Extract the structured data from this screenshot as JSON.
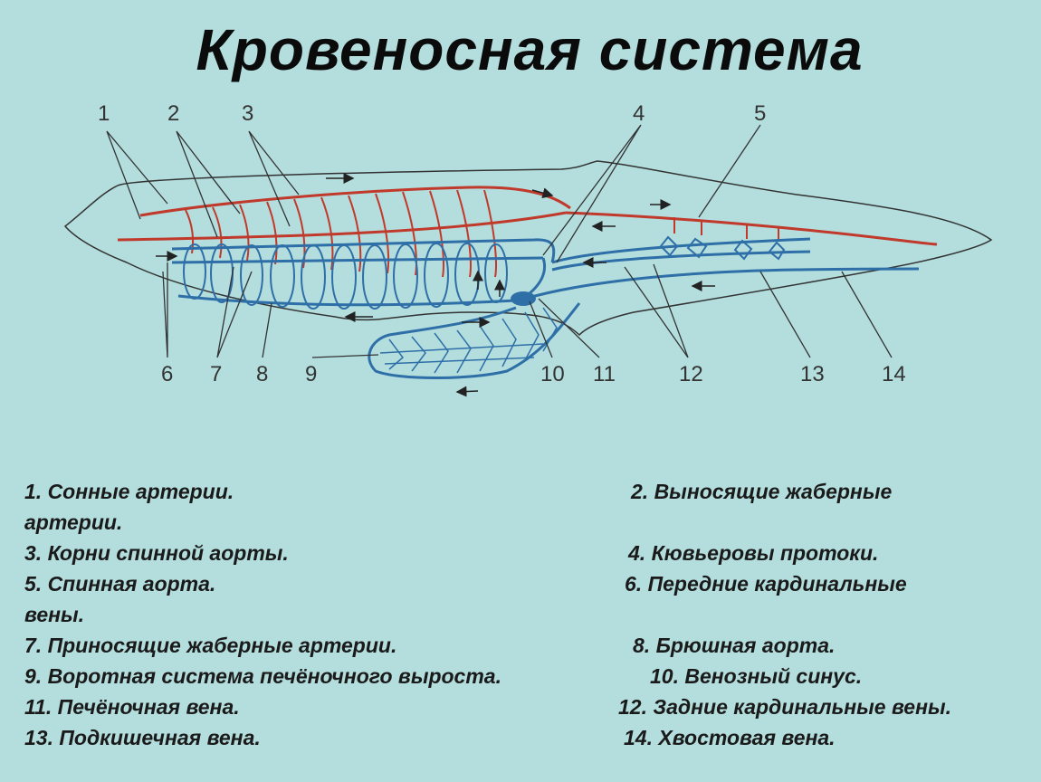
{
  "title": "Кровеносная система",
  "diagram_numbers": [
    "1",
    "2",
    "3",
    "4",
    "5",
    "6",
    "7",
    "8",
    "9",
    "10",
    "11",
    "12",
    "13",
    "14"
  ],
  "legend": {
    "i1": "1. Сонные артерии.",
    "i2": "2. Выносящие жаберные",
    "i2_cont": "артерии.",
    "i3": "3. Корни спинной аорты.",
    "i4": "4. Кювьеровы протоки.",
    "i5": "5. Спинная аорта.",
    "i6": "6. Передние кардинальные",
    "i6_cont": "вены.",
    "i7": "7. Приносящие жаберные артерии.",
    "i8": "8. Брюшная аорта.",
    "i9": "9. Воротная система печёночного выроста.",
    "i10": "10. Венозный синус.",
    "i11": "11. Печёночная вена.",
    "i12": "12. Задние кардинальные вены.",
    "i13": "13. Подкишечная вена.",
    "i14": "14. Хвостовая вена."
  },
  "colors": {
    "background": "#b3dedd",
    "artery": "#c0392b",
    "vein": "#2f6fa8",
    "outline": "#333333"
  }
}
